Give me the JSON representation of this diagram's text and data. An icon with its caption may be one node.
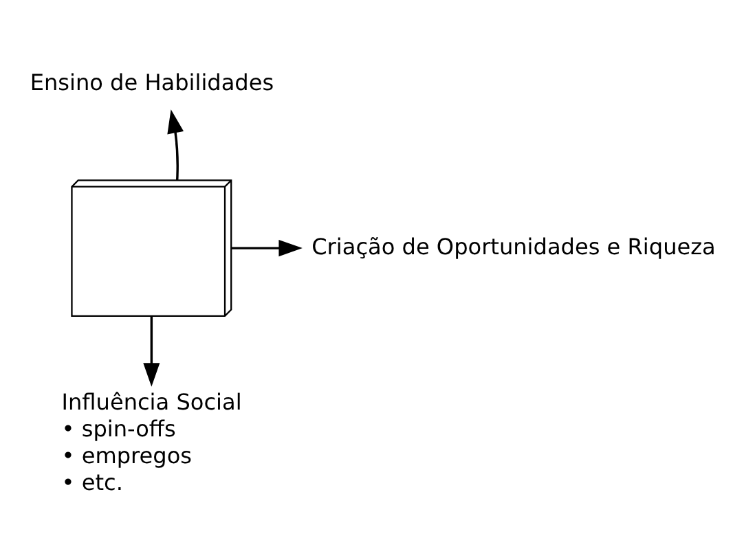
{
  "diagram": {
    "nodes": [
      {
        "text": [
          "Ensino de Habilidades"
        ]
      },
      {
        "text": [],
        "shape": "cube"
      },
      {
        "text": [
          "Criação de Oportunidades e Riqueza"
        ]
      },
      {
        "text": [
          "Influência Social",
          "• spin-offs",
          "• empregos",
          "• etc."
        ]
      }
    ],
    "edges": [
      {
        "from": 1,
        "to": 0,
        "arrow": "to"
      },
      {
        "from": 1,
        "to": 2,
        "arrow": "to"
      },
      {
        "from": 1,
        "to": 3,
        "arrow": "to"
      }
    ]
  }
}
